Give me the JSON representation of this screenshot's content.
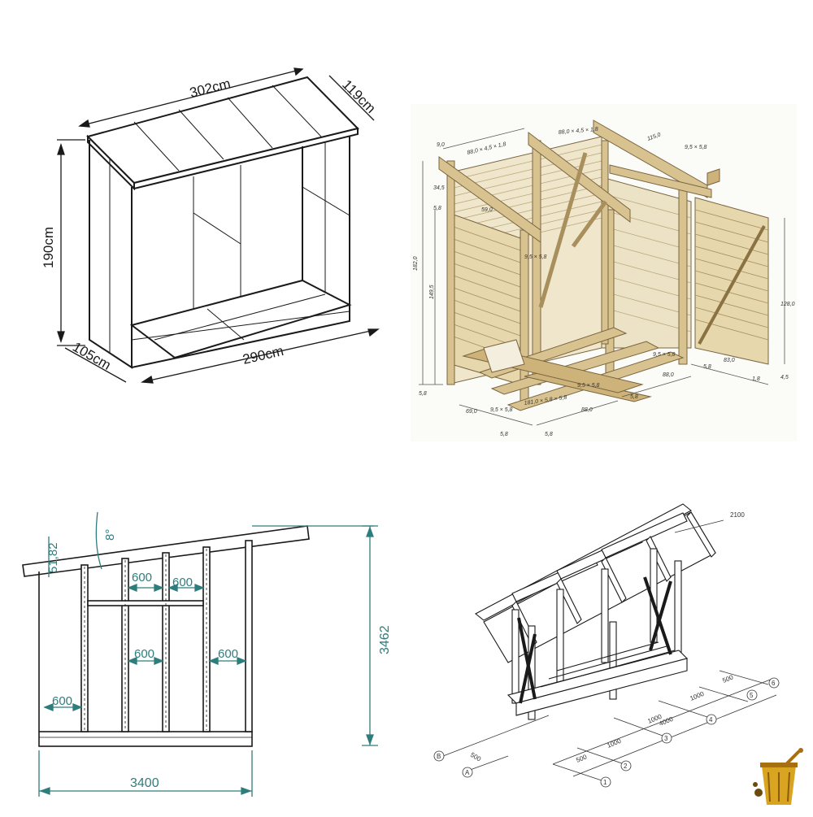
{
  "panel_tl": {
    "dim_top": "302cm",
    "dim_depth_top": "119cm",
    "dim_height": "190cm",
    "dim_depth_bottom": "105cm",
    "dim_bottom": "290cm"
  },
  "panel_tr": {
    "labels": [
      "9,0",
      "88,0 × 4,5 × 1,8",
      "88,0 × 4,5 × 1,8",
      "9,5 × 5,8",
      "115,0",
      "34,5",
      "5,8",
      "59,0",
      "182,0",
      "149,5",
      "9,5 × 5,8",
      "128,0",
      "9,5 × 5,8",
      "5,8",
      "9,5 × 5,8",
      "88,0",
      "83,0",
      "1,8",
      "4,5",
      "5,8",
      "9,5 × 5,8",
      "181,0 × 5,8 × 5,8",
      "5,8",
      "69,0",
      "88,0",
      "5,8",
      "5,8"
    ]
  },
  "panel_bl": {
    "dim_rafter": "51,82",
    "dim_angle": "8°",
    "dim_s1": "600",
    "dim_s2": "600",
    "dim_s3": "600",
    "dim_s4": "600",
    "dim_s5": "600",
    "dim_height": "3462",
    "dim_width": "3400"
  },
  "panel_br": {
    "dim_top": "2100",
    "dim_a": "500",
    "dim_b": "1000",
    "dim_c": "1000",
    "dim_d": "1000",
    "dim_e": "500",
    "dim_total": "4000",
    "dim_side": "500",
    "axis": [
      "1",
      "2",
      "3",
      "4",
      "5",
      "6"
    ],
    "axis_letters": [
      "A",
      "B"
    ]
  },
  "colors": {
    "line": "#1a1a1a",
    "dim_teal": "#2e7d7d",
    "wood": "#d8c28f",
    "wood_dark": "#a88f5c",
    "logo_gold": "#d9a521"
  }
}
